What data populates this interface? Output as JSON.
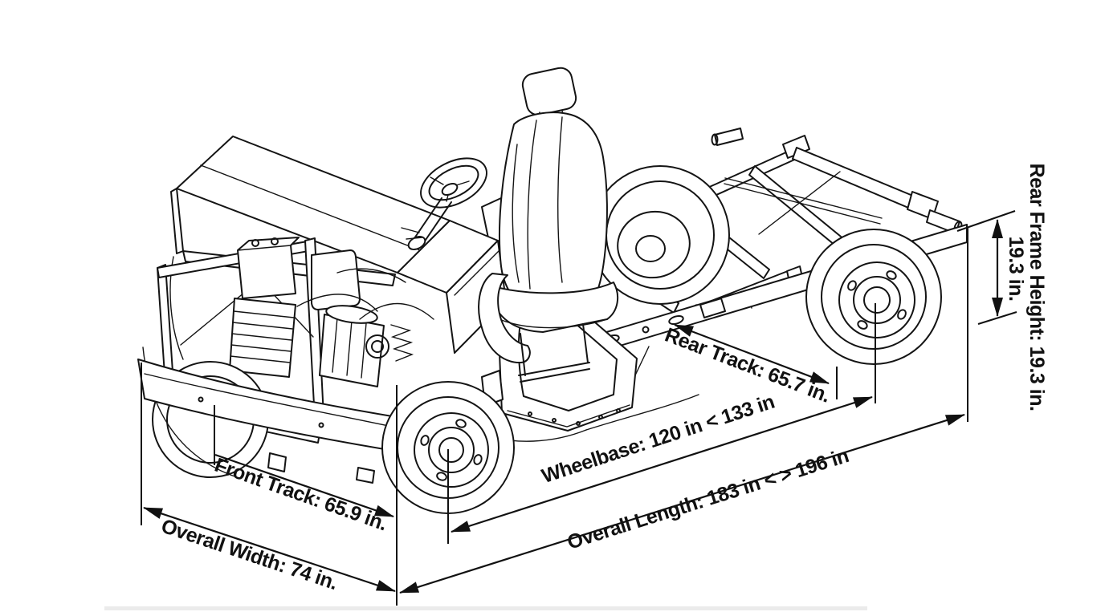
{
  "diagram": {
    "subject": "Cab chassis cutaway technical illustration, isometric line drawing with dimension callouts",
    "background_color": "#ffffff",
    "line_color": "#141414",
    "dimension_labels": {
      "front_track": "Front Track: 65.9 in.",
      "overall_width": "Overall Width: 74 in.",
      "wheelbase": "Wheelbase: 120 in < 133 in",
      "overall_length": "Overall Length: 183 in < > 196 in",
      "rear_track": "Rear Track: 65.7 in.",
      "rear_frame_height": "Rear Frame Height: 19.3 in.",
      "rear_frame_height_value": "19.3 in."
    },
    "measurements": [
      {
        "name": "Front Track",
        "value": "65.9 in."
      },
      {
        "name": "Overall Width",
        "value": "74 in."
      },
      {
        "name": "Wheelbase",
        "value": "120 in < 133 in"
      },
      {
        "name": "Overall Length",
        "value": "183 in < > 196 in"
      },
      {
        "name": "Rear Track",
        "value": "65.7 in."
      },
      {
        "name": "Rear Frame Height",
        "value": "19.3 in."
      }
    ]
  }
}
